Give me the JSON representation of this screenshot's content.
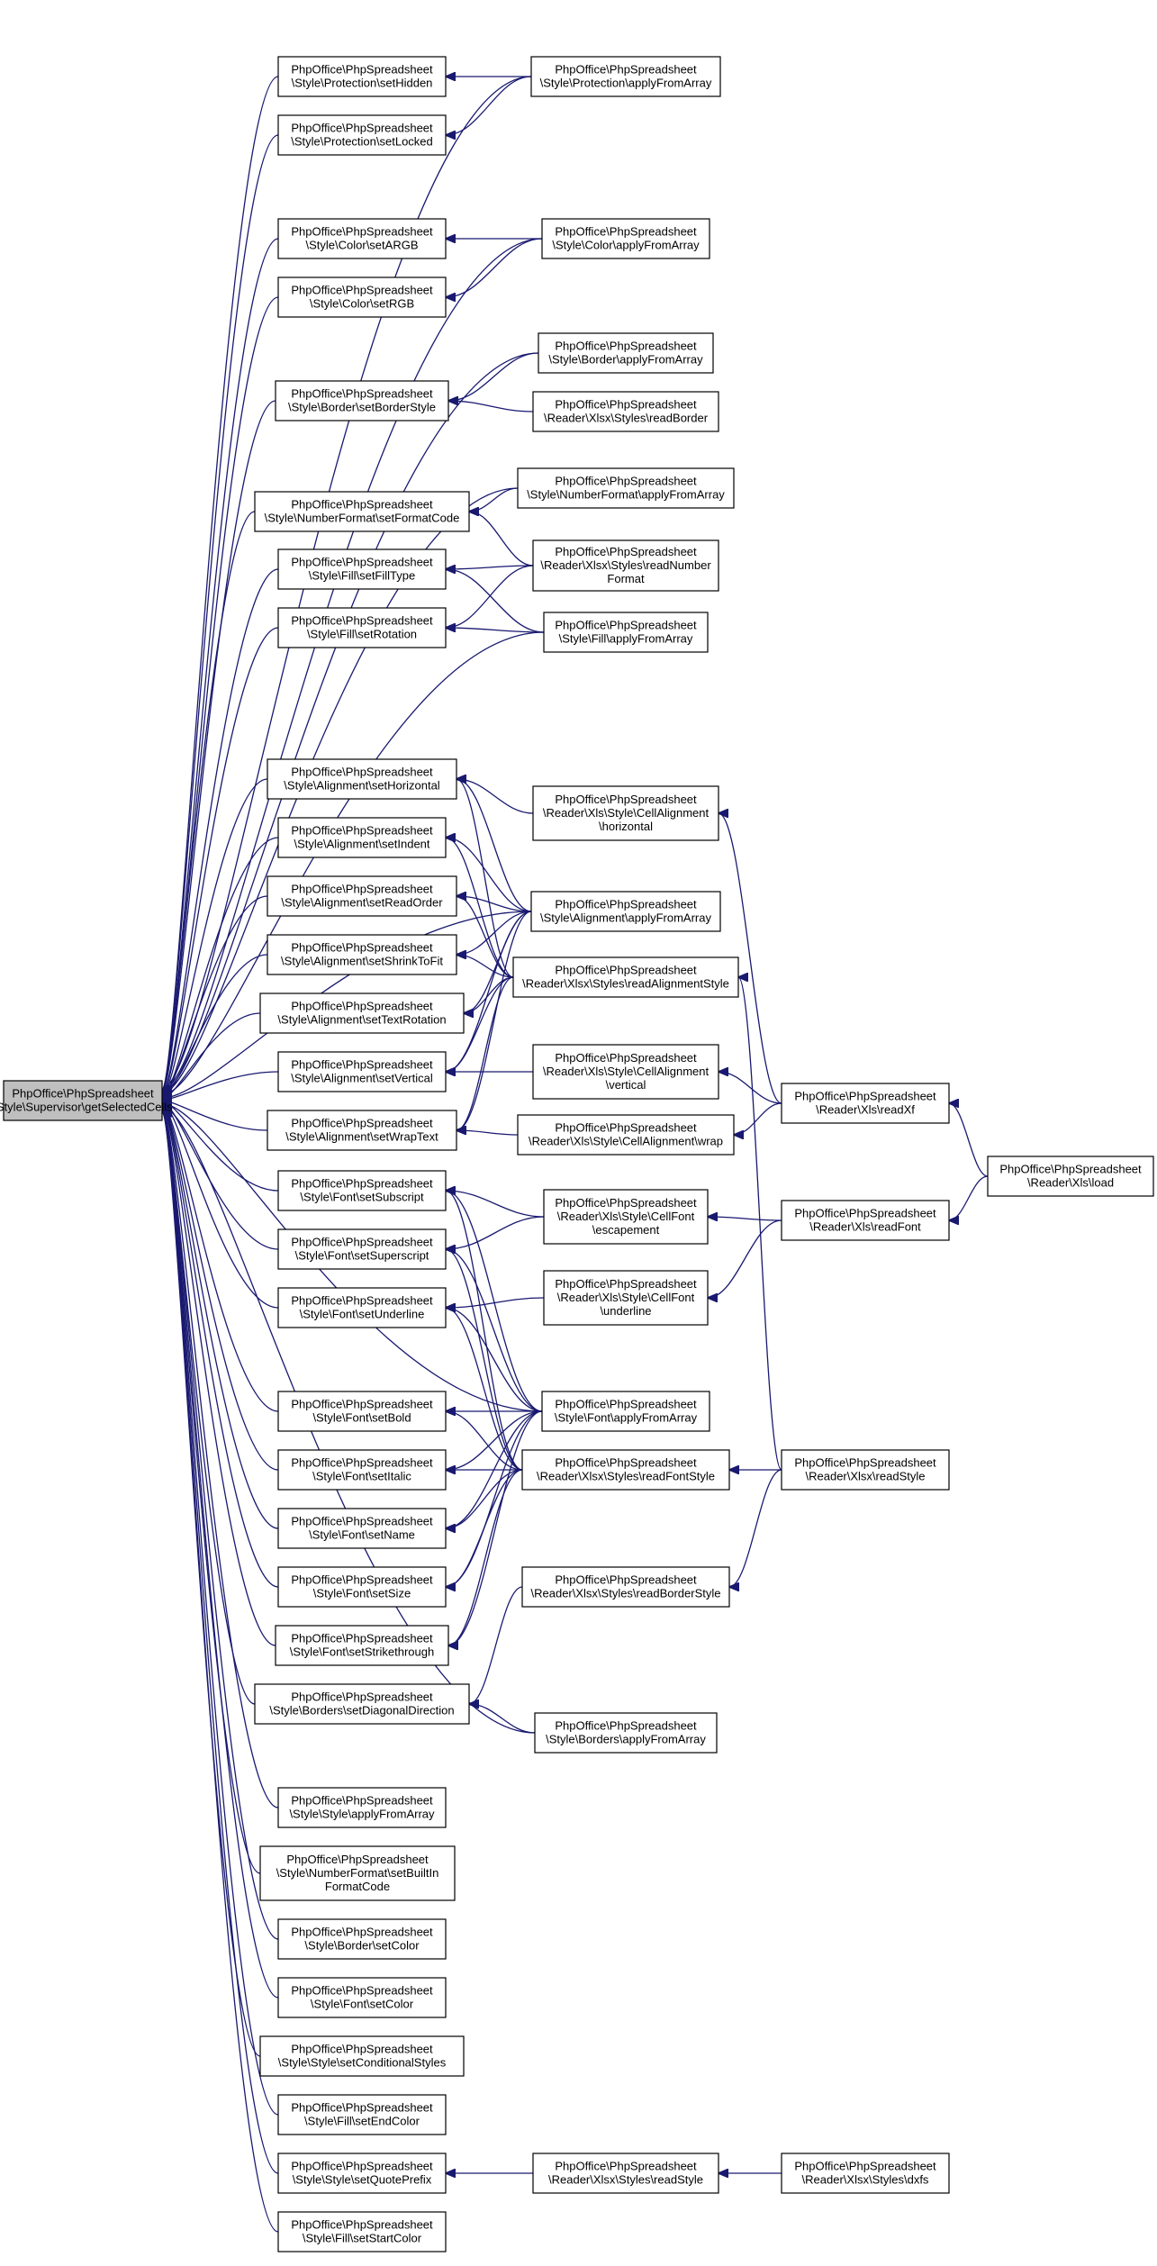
{
  "graph": {
    "colors": {
      "edge": "#191970",
      "node_border": "#000000",
      "root_fill": "#bfbfbf",
      "node_fill": "#ffffff"
    },
    "nodes": [
      {
        "id": "root",
        "lines": [
          "PhpOffice\\PhpSpreadsheet",
          "\\Style\\Supervisor\\getSelectedCells"
        ]
      },
      {
        "id": "prot_setHidden",
        "lines": [
          "PhpOffice\\PhpSpreadsheet",
          "\\Style\\Protection\\setHidden"
        ]
      },
      {
        "id": "prot_setLocked",
        "lines": [
          "PhpOffice\\PhpSpreadsheet",
          "\\Style\\Protection\\setLocked"
        ]
      },
      {
        "id": "color_setARGB",
        "lines": [
          "PhpOffice\\PhpSpreadsheet",
          "\\Style\\Color\\setARGB"
        ]
      },
      {
        "id": "color_setRGB",
        "lines": [
          "PhpOffice\\PhpSpreadsheet",
          "\\Style\\Color\\setRGB"
        ]
      },
      {
        "id": "border_setBorderStyle",
        "lines": [
          "PhpOffice\\PhpSpreadsheet",
          "\\Style\\Border\\setBorderStyle"
        ]
      },
      {
        "id": "nf_setFormatCode",
        "lines": [
          "PhpOffice\\PhpSpreadsheet",
          "\\Style\\NumberFormat\\setFormatCode"
        ]
      },
      {
        "id": "fill_setFillType",
        "lines": [
          "PhpOffice\\PhpSpreadsheet",
          "\\Style\\Fill\\setFillType"
        ]
      },
      {
        "id": "fill_setRotation",
        "lines": [
          "PhpOffice\\PhpSpreadsheet",
          "\\Style\\Fill\\setRotation"
        ]
      },
      {
        "id": "al_setHorizontal",
        "lines": [
          "PhpOffice\\PhpSpreadsheet",
          "\\Style\\Alignment\\setHorizontal"
        ]
      },
      {
        "id": "al_setIndent",
        "lines": [
          "PhpOffice\\PhpSpreadsheet",
          "\\Style\\Alignment\\setIndent"
        ]
      },
      {
        "id": "al_setReadOrder",
        "lines": [
          "PhpOffice\\PhpSpreadsheet",
          "\\Style\\Alignment\\setReadOrder"
        ]
      },
      {
        "id": "al_setShrinkToFit",
        "lines": [
          "PhpOffice\\PhpSpreadsheet",
          "\\Style\\Alignment\\setShrinkToFit"
        ]
      },
      {
        "id": "al_setTextRotation",
        "lines": [
          "PhpOffice\\PhpSpreadsheet",
          "\\Style\\Alignment\\setTextRotation"
        ]
      },
      {
        "id": "al_setVertical",
        "lines": [
          "PhpOffice\\PhpSpreadsheet",
          "\\Style\\Alignment\\setVertical"
        ]
      },
      {
        "id": "al_setWrapText",
        "lines": [
          "PhpOffice\\PhpSpreadsheet",
          "\\Style\\Alignment\\setWrapText"
        ]
      },
      {
        "id": "font_setSubscript",
        "lines": [
          "PhpOffice\\PhpSpreadsheet",
          "\\Style\\Font\\setSubscript"
        ]
      },
      {
        "id": "font_setSuperscript",
        "lines": [
          "PhpOffice\\PhpSpreadsheet",
          "\\Style\\Font\\setSuperscript"
        ]
      },
      {
        "id": "font_setUnderline",
        "lines": [
          "PhpOffice\\PhpSpreadsheet",
          "\\Style\\Font\\setUnderline"
        ]
      },
      {
        "id": "font_setBold",
        "lines": [
          "PhpOffice\\PhpSpreadsheet",
          "\\Style\\Font\\setBold"
        ]
      },
      {
        "id": "font_setItalic",
        "lines": [
          "PhpOffice\\PhpSpreadsheet",
          "\\Style\\Font\\setItalic"
        ]
      },
      {
        "id": "font_setName",
        "lines": [
          "PhpOffice\\PhpSpreadsheet",
          "\\Style\\Font\\setName"
        ]
      },
      {
        "id": "font_setSize",
        "lines": [
          "PhpOffice\\PhpSpreadsheet",
          "\\Style\\Font\\setSize"
        ]
      },
      {
        "id": "font_setStrikethrough",
        "lines": [
          "PhpOffice\\PhpSpreadsheet",
          "\\Style\\Font\\setStrikethrough"
        ]
      },
      {
        "id": "borders_setDiagonalDirection",
        "lines": [
          "PhpOffice\\PhpSpreadsheet",
          "\\Style\\Borders\\setDiagonalDirection"
        ]
      },
      {
        "id": "style_applyFromArray",
        "lines": [
          "PhpOffice\\PhpSpreadsheet",
          "\\Style\\Style\\applyFromArray"
        ]
      },
      {
        "id": "nf_setBuiltInFormatCode",
        "lines": [
          "PhpOffice\\PhpSpreadsheet",
          "\\Style\\NumberFormat\\setBuiltIn",
          "FormatCode"
        ]
      },
      {
        "id": "border_setColor",
        "lines": [
          "PhpOffice\\PhpSpreadsheet",
          "\\Style\\Border\\setColor"
        ]
      },
      {
        "id": "font_setColor",
        "lines": [
          "PhpOffice\\PhpSpreadsheet",
          "\\Style\\Font\\setColor"
        ]
      },
      {
        "id": "style_setConditionalStyles",
        "lines": [
          "PhpOffice\\PhpSpreadsheet",
          "\\Style\\Style\\setConditionalStyles"
        ]
      },
      {
        "id": "fill_setEndColor",
        "lines": [
          "PhpOffice\\PhpSpreadsheet",
          "\\Style\\Fill\\setEndColor"
        ]
      },
      {
        "id": "style_setQuotePrefix",
        "lines": [
          "PhpOffice\\PhpSpreadsheet",
          "\\Style\\Style\\setQuotePrefix"
        ]
      },
      {
        "id": "fill_setStartColor",
        "lines": [
          "PhpOffice\\PhpSpreadsheet",
          "\\Style\\Fill\\setStartColor"
        ]
      },
      {
        "id": "prot_applyFromArray",
        "lines": [
          "PhpOffice\\PhpSpreadsheet",
          "\\Style\\Protection\\applyFromArray"
        ]
      },
      {
        "id": "color_applyFromArray",
        "lines": [
          "PhpOffice\\PhpSpreadsheet",
          "\\Style\\Color\\applyFromArray"
        ]
      },
      {
        "id": "border_applyFromArray",
        "lines": [
          "PhpOffice\\PhpSpreadsheet",
          "\\Style\\Border\\applyFromArray"
        ]
      },
      {
        "id": "xlsx_readBorder",
        "lines": [
          "PhpOffice\\PhpSpreadsheet",
          "\\Reader\\Xlsx\\Styles\\readBorder"
        ]
      },
      {
        "id": "nf_applyFromArray",
        "lines": [
          "PhpOffice\\PhpSpreadsheet",
          "\\Style\\NumberFormat\\applyFromArray"
        ]
      },
      {
        "id": "xlsx_readNumberFormat",
        "lines": [
          "PhpOffice\\PhpSpreadsheet",
          "\\Reader\\Xlsx\\Styles\\readNumber",
          "Format"
        ]
      },
      {
        "id": "fill_applyFromArray",
        "lines": [
          "PhpOffice\\PhpSpreadsheet",
          "\\Style\\Fill\\applyFromArray"
        ]
      },
      {
        "id": "xls_ca_horizontal",
        "lines": [
          "PhpOffice\\PhpSpreadsheet",
          "\\Reader\\Xls\\Style\\CellAlignment",
          "\\horizontal"
        ]
      },
      {
        "id": "al_applyFromArray",
        "lines": [
          "PhpOffice\\PhpSpreadsheet",
          "\\Style\\Alignment\\applyFromArray"
        ]
      },
      {
        "id": "xlsx_readAlignmentStyle",
        "lines": [
          "PhpOffice\\PhpSpreadsheet",
          "\\Reader\\Xlsx\\Styles\\readAlignmentStyle"
        ]
      },
      {
        "id": "xls_ca_vertical",
        "lines": [
          "PhpOffice\\PhpSpreadsheet",
          "\\Reader\\Xls\\Style\\CellAlignment",
          "\\vertical"
        ]
      },
      {
        "id": "xls_ca_wrap",
        "lines": [
          "PhpOffice\\PhpSpreadsheet",
          "\\Reader\\Xls\\Style\\CellAlignment\\wrap"
        ]
      },
      {
        "id": "xls_cf_escapement",
        "lines": [
          "PhpOffice\\PhpSpreadsheet",
          "\\Reader\\Xls\\Style\\CellFont",
          "\\escapement"
        ]
      },
      {
        "id": "xls_cf_underline",
        "lines": [
          "PhpOffice\\PhpSpreadsheet",
          "\\Reader\\Xls\\Style\\CellFont",
          "\\underline"
        ]
      },
      {
        "id": "font_applyFromArray",
        "lines": [
          "PhpOffice\\PhpSpreadsheet",
          "\\Style\\Font\\applyFromArray"
        ]
      },
      {
        "id": "xlsx_readFontStyle",
        "lines": [
          "PhpOffice\\PhpSpreadsheet",
          "\\Reader\\Xlsx\\Styles\\readFontStyle"
        ]
      },
      {
        "id": "xlsx_readBorderStyle",
        "lines": [
          "PhpOffice\\PhpSpreadsheet",
          "\\Reader\\Xlsx\\Styles\\readBorderStyle"
        ]
      },
      {
        "id": "borders_applyFromArray",
        "lines": [
          "PhpOffice\\PhpSpreadsheet",
          "\\Style\\Borders\\applyFromArray"
        ]
      },
      {
        "id": "xlsx_readStyleQ",
        "lines": [
          "PhpOffice\\PhpSpreadsheet",
          "\\Reader\\Xlsx\\Styles\\readStyle"
        ]
      },
      {
        "id": "xls_readXf",
        "lines": [
          "PhpOffice\\PhpSpreadsheet",
          "\\Reader\\Xls\\readXf"
        ]
      },
      {
        "id": "xls_readFont",
        "lines": [
          "PhpOffice\\PhpSpreadsheet",
          "\\Reader\\Xls\\readFont"
        ]
      },
      {
        "id": "xlsx_readStyle",
        "lines": [
          "PhpOffice\\PhpSpreadsheet",
          "\\Reader\\Xlsx\\readStyle"
        ]
      },
      {
        "id": "xlsx_dxfs",
        "lines": [
          "PhpOffice\\PhpSpreadsheet",
          "\\Reader\\Xlsx\\Styles\\dxfs"
        ]
      },
      {
        "id": "xls_load",
        "lines": [
          "PhpOffice\\PhpSpreadsheet",
          "\\Reader\\Xls\\load"
        ]
      }
    ],
    "edges": [
      [
        "prot_setHidden",
        "root"
      ],
      [
        "prot_setLocked",
        "root"
      ],
      [
        "color_setARGB",
        "root"
      ],
      [
        "color_setRGB",
        "root"
      ],
      [
        "border_setBorderStyle",
        "root"
      ],
      [
        "nf_setFormatCode",
        "root"
      ],
      [
        "fill_setFillType",
        "root"
      ],
      [
        "fill_setRotation",
        "root"
      ],
      [
        "al_setHorizontal",
        "root"
      ],
      [
        "al_setIndent",
        "root"
      ],
      [
        "al_setReadOrder",
        "root"
      ],
      [
        "al_setShrinkToFit",
        "root"
      ],
      [
        "al_setTextRotation",
        "root"
      ],
      [
        "al_setVertical",
        "root"
      ],
      [
        "al_setWrapText",
        "root"
      ],
      [
        "font_setSubscript",
        "root"
      ],
      [
        "font_setSuperscript",
        "root"
      ],
      [
        "font_setUnderline",
        "root"
      ],
      [
        "font_setBold",
        "root"
      ],
      [
        "font_setItalic",
        "root"
      ],
      [
        "font_setName",
        "root"
      ],
      [
        "font_setSize",
        "root"
      ],
      [
        "font_setStrikethrough",
        "root"
      ],
      [
        "borders_setDiagonalDirection",
        "root"
      ],
      [
        "style_applyFromArray",
        "root"
      ],
      [
        "nf_setBuiltInFormatCode",
        "root"
      ],
      [
        "border_setColor",
        "root"
      ],
      [
        "font_setColor",
        "root"
      ],
      [
        "style_setConditionalStyles",
        "root"
      ],
      [
        "fill_setEndColor",
        "root"
      ],
      [
        "style_setQuotePrefix",
        "root"
      ],
      [
        "fill_setStartColor",
        "root"
      ],
      [
        "prot_applyFromArray",
        "root"
      ],
      [
        "color_applyFromArray",
        "root"
      ],
      [
        "border_applyFromArray",
        "root"
      ],
      [
        "nf_applyFromArray",
        "root"
      ],
      [
        "fill_applyFromArray",
        "root"
      ],
      [
        "al_applyFromArray",
        "root"
      ],
      [
        "font_applyFromArray",
        "root"
      ],
      [
        "borders_applyFromArray",
        "root"
      ],
      [
        "prot_applyFromArray",
        "prot_setHidden"
      ],
      [
        "prot_applyFromArray",
        "prot_setLocked"
      ],
      [
        "color_applyFromArray",
        "color_setARGB"
      ],
      [
        "color_applyFromArray",
        "color_setRGB"
      ],
      [
        "border_applyFromArray",
        "border_setBorderStyle"
      ],
      [
        "xlsx_readBorder",
        "border_setBorderStyle"
      ],
      [
        "nf_applyFromArray",
        "nf_setFormatCode"
      ],
      [
        "xlsx_readNumberFormat",
        "nf_setFormatCode"
      ],
      [
        "xlsx_readNumberFormat",
        "fill_setFillType"
      ],
      [
        "fill_applyFromArray",
        "fill_setFillType"
      ],
      [
        "xlsx_readNumberFormat",
        "fill_setRotation"
      ],
      [
        "fill_applyFromArray",
        "fill_setRotation"
      ],
      [
        "xls_ca_horizontal",
        "al_setHorizontal"
      ],
      [
        "al_applyFromArray",
        "al_setHorizontal"
      ],
      [
        "xlsx_readAlignmentStyle",
        "al_setHorizontal"
      ],
      [
        "al_applyFromArray",
        "al_setIndent"
      ],
      [
        "xlsx_readAlignmentStyle",
        "al_setIndent"
      ],
      [
        "al_applyFromArray",
        "al_setReadOrder"
      ],
      [
        "xlsx_readAlignmentStyle",
        "al_setReadOrder"
      ],
      [
        "al_applyFromArray",
        "al_setShrinkToFit"
      ],
      [
        "xlsx_readAlignmentStyle",
        "al_setShrinkToFit"
      ],
      [
        "al_applyFromArray",
        "al_setTextRotation"
      ],
      [
        "xlsx_readAlignmentStyle",
        "al_setTextRotation"
      ],
      [
        "al_applyFromArray",
        "al_setVertical"
      ],
      [
        "xlsx_readAlignmentStyle",
        "al_setVertical"
      ],
      [
        "xls_ca_vertical",
        "al_setVertical"
      ],
      [
        "al_applyFromArray",
        "al_setWrapText"
      ],
      [
        "xlsx_readAlignmentStyle",
        "al_setWrapText"
      ],
      [
        "xls_ca_wrap",
        "al_setWrapText"
      ],
      [
        "xls_cf_escapement",
        "font_setSubscript"
      ],
      [
        "font_applyFromArray",
        "font_setSubscript"
      ],
      [
        "xlsx_readFontStyle",
        "font_setSubscript"
      ],
      [
        "xls_cf_escapement",
        "font_setSuperscript"
      ],
      [
        "font_applyFromArray",
        "font_setSuperscript"
      ],
      [
        "xlsx_readFontStyle",
        "font_setSuperscript"
      ],
      [
        "xls_cf_underline",
        "font_setUnderline"
      ],
      [
        "font_applyFromArray",
        "font_setUnderline"
      ],
      [
        "xlsx_readFontStyle",
        "font_setUnderline"
      ],
      [
        "font_applyFromArray",
        "font_setBold"
      ],
      [
        "xlsx_readFontStyle",
        "font_setBold"
      ],
      [
        "font_applyFromArray",
        "font_setItalic"
      ],
      [
        "xlsx_readFontStyle",
        "font_setItalic"
      ],
      [
        "font_applyFromArray",
        "font_setName"
      ],
      [
        "xlsx_readFontStyle",
        "font_setName"
      ],
      [
        "font_applyFromArray",
        "font_setSize"
      ],
      [
        "xlsx_readFontStyle",
        "font_setSize"
      ],
      [
        "font_applyFromArray",
        "font_setStrikethrough"
      ],
      [
        "xlsx_readFontStyle",
        "font_setStrikethrough"
      ],
      [
        "xlsx_readBorderStyle",
        "borders_setDiagonalDirection"
      ],
      [
        "borders_applyFromArray",
        "borders_setDiagonalDirection"
      ],
      [
        "xlsx_readStyleQ",
        "style_setQuotePrefix"
      ],
      [
        "xls_readXf",
        "xls_ca_horizontal"
      ],
      [
        "xls_readXf",
        "xls_ca_vertical"
      ],
      [
        "xls_readXf",
        "xls_ca_wrap"
      ],
      [
        "xls_readFont",
        "xls_cf_escapement"
      ],
      [
        "xls_readFont",
        "xls_cf_underline"
      ],
      [
        "xlsx_readStyle",
        "xlsx_readAlignmentStyle"
      ],
      [
        "xlsx_readStyle",
        "xlsx_readFontStyle"
      ],
      [
        "xlsx_readStyle",
        "xlsx_readBorderStyle"
      ],
      [
        "xlsx_dxfs",
        "xlsx_readStyleQ"
      ],
      [
        "xls_load",
        "xls_readXf"
      ],
      [
        "xls_load",
        "xls_readFont"
      ]
    ]
  }
}
